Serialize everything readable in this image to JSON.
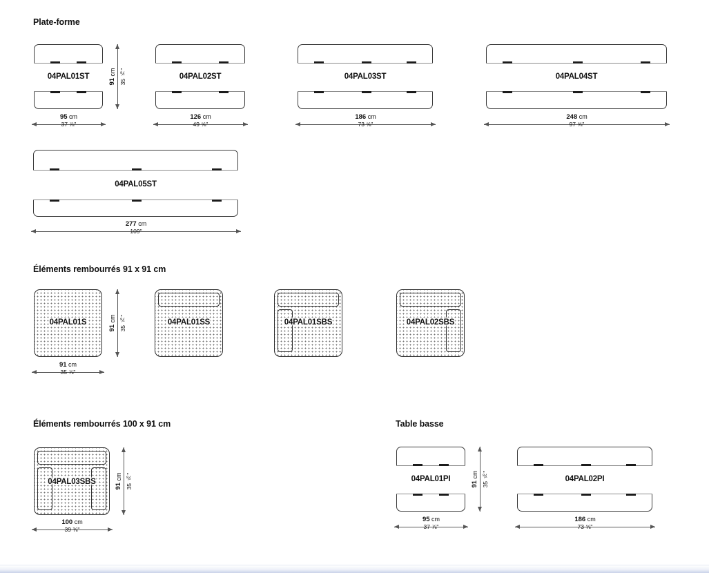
{
  "sections": [
    {
      "title": "Plate-forme"
    },
    {
      "title": "Éléments rembourrés 91 x 91 cm"
    },
    {
      "title": "Éléments rembourrés 100 x 91 cm"
    },
    {
      "title": "Table basse"
    }
  ],
  "platform": {
    "items": [
      {
        "code": "04PAL01ST",
        "width_cm": "95",
        "width_cm_unit": "cm",
        "width_in": "37 ⅞\"",
        "depth_cm": "91",
        "depth_cm_unit": "cm",
        "depth_in": "35 ⅞\""
      },
      {
        "code": "04PAL02ST",
        "width_cm": "126",
        "width_cm_unit": "cm",
        "width_in": "49 ⅝\""
      },
      {
        "code": "04PAL03ST",
        "width_cm": "186",
        "width_cm_unit": "cm",
        "width_in": "73 ⅝\""
      },
      {
        "code": "04PAL04ST",
        "width_cm": "248",
        "width_cm_unit": "cm",
        "width_in": "97 ⅝\""
      },
      {
        "code": "04PAL05ST",
        "width_cm": "277",
        "width_cm_unit": "cm",
        "width_in": "109\""
      }
    ]
  },
  "upholstered_91": {
    "items": [
      {
        "code": "04PAL01S",
        "width_cm": "91",
        "width_cm_unit": "cm",
        "width_in": "35 ⅞\"",
        "depth_cm": "91",
        "depth_cm_unit": "cm",
        "depth_in": "35 ⅞\"",
        "type": "seat"
      },
      {
        "code": "04PAL01SS",
        "type": "seat-back"
      },
      {
        "code": "04PAL01SBS",
        "type": "seat-back-left-arm"
      },
      {
        "code": "04PAL02SBS",
        "type": "seat-back-right-arm"
      }
    ]
  },
  "upholstered_100": {
    "items": [
      {
        "code": "04PAL03SBS",
        "width_cm": "100",
        "width_cm_unit": "cm",
        "width_in": "39 ⅜\"",
        "depth_cm": "91",
        "depth_cm_unit": "cm",
        "depth_in": "35 ⅞\"",
        "type": "seat-back-both-arms"
      }
    ]
  },
  "table_basse": {
    "items": [
      {
        "code": "04PAL01PI",
        "width_cm": "95",
        "width_cm_unit": "cm",
        "width_in": "37 ⅞\"",
        "depth_cm": "91",
        "depth_cm_unit": "cm",
        "depth_in": "35 ⅞\""
      },
      {
        "code": "04PAL02PI",
        "width_cm": "186",
        "width_cm_unit": "cm",
        "width_in": "73 ⅝\""
      }
    ]
  },
  "colors": {
    "outline": "#3a3a3a",
    "divider": "#8a8a8a",
    "tab": "#1b1b1b",
    "dimension": "#555555",
    "text": "#111111",
    "stipple": "#6f6f6f",
    "chrome": "#c9d2e8"
  }
}
